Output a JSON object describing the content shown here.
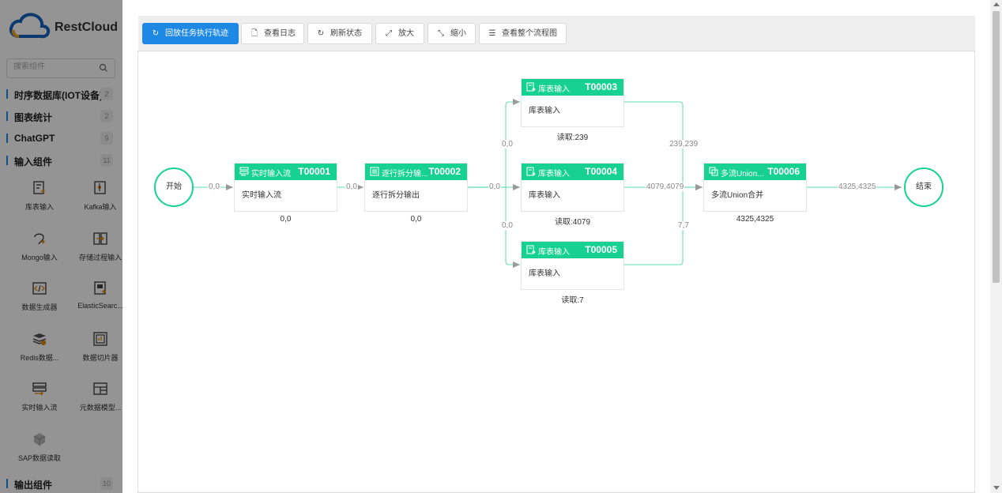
{
  "brand": {
    "name": "RestCloud"
  },
  "sidebar": {
    "search_placeholder": "搜索组件",
    "categories": [
      {
        "label": "时序数据库(IOT设备)",
        "count": "2"
      },
      {
        "label": "图表统计",
        "count": "2"
      },
      {
        "label": "ChatGPT",
        "count": "9"
      },
      {
        "label": "输入组件",
        "count": "11"
      },
      {
        "label": "输出组件",
        "count": "10"
      }
    ],
    "components": [
      {
        "label": "库表输入",
        "icon": "table-input-icon"
      },
      {
        "label": "Kafka输入",
        "icon": "kafka-icon"
      },
      {
        "label": "Mongo输入",
        "icon": "mongo-icon"
      },
      {
        "label": "存储过程输入",
        "icon": "procedure-icon"
      },
      {
        "label": "数据生成器",
        "icon": "code-icon"
      },
      {
        "label": "ElasticSearc...",
        "icon": "elastic-icon"
      },
      {
        "label": "Redis数据...",
        "icon": "redis-icon"
      },
      {
        "label": "数据切片器",
        "icon": "slicer-icon"
      },
      {
        "label": "实时输入流",
        "icon": "stream-icon"
      },
      {
        "label": "元数据模型...",
        "icon": "grid-icon"
      },
      {
        "label": "SAP数据读取",
        "icon": "cube-icon"
      }
    ]
  },
  "toolbar": {
    "replay": "回放任务执行轨迹",
    "log": "查看日志",
    "refresh": "刷新状态",
    "zoom_in": "放大",
    "zoom_out": "缩小",
    "full_view": "查看整个流程图"
  },
  "flow": {
    "start": "开始",
    "end": "结束",
    "nodes": [
      {
        "title": "实时输入流",
        "id": "T00001",
        "body": "实时输入流",
        "stat": "0,0"
      },
      {
        "title": "逐行拆分输...",
        "id": "T00002",
        "body": "逐行拆分输出",
        "stat": "0,0"
      },
      {
        "title": "库表输入",
        "id": "T00003",
        "body": "库表输入",
        "stat": "读取:239"
      },
      {
        "title": "库表输入",
        "id": "T00004",
        "body": "库表输入",
        "stat": "读取:4079"
      },
      {
        "title": "库表输入",
        "id": "T00005",
        "body": "库表输入",
        "stat": "读取:7"
      },
      {
        "title": "多流Union...",
        "id": "T00006",
        "body": "多流Union合并",
        "stat": "4325,4325"
      }
    ],
    "edge_labels": {
      "start_t1": "0,0",
      "t1_t2": "0,0",
      "t2_t3": "0,0",
      "t2_t4": "0,0",
      "t2_t5": "0,0",
      "t3_t6": "239,239",
      "t4_t6": "4079,4079",
      "t5_t6": "7,7",
      "t6_end": "4325,4325"
    }
  },
  "colors": {
    "accent": "#1e88e5",
    "node_header": "#17d193",
    "edge": "#7fe3c0",
    "arrow": "#999999"
  }
}
